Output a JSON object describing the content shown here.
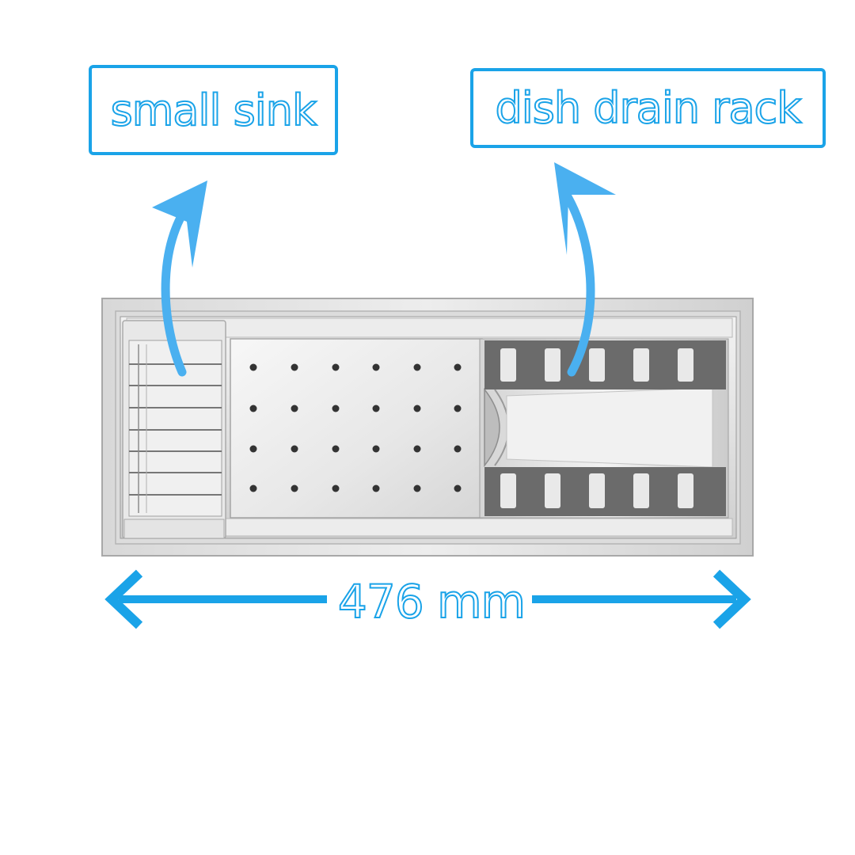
{
  "labels": {
    "left": "small sink",
    "right": "dish drain rack"
  },
  "dimension": {
    "text": "476 mm"
  },
  "colors": {
    "accent": "#1aa3e8",
    "arrow": "#4ab0f0",
    "steel_light": "#e9e9e9",
    "steel_mid": "#c9c9c9",
    "steel_dark": "#8a8a8a",
    "rack_dark": "#555555"
  }
}
